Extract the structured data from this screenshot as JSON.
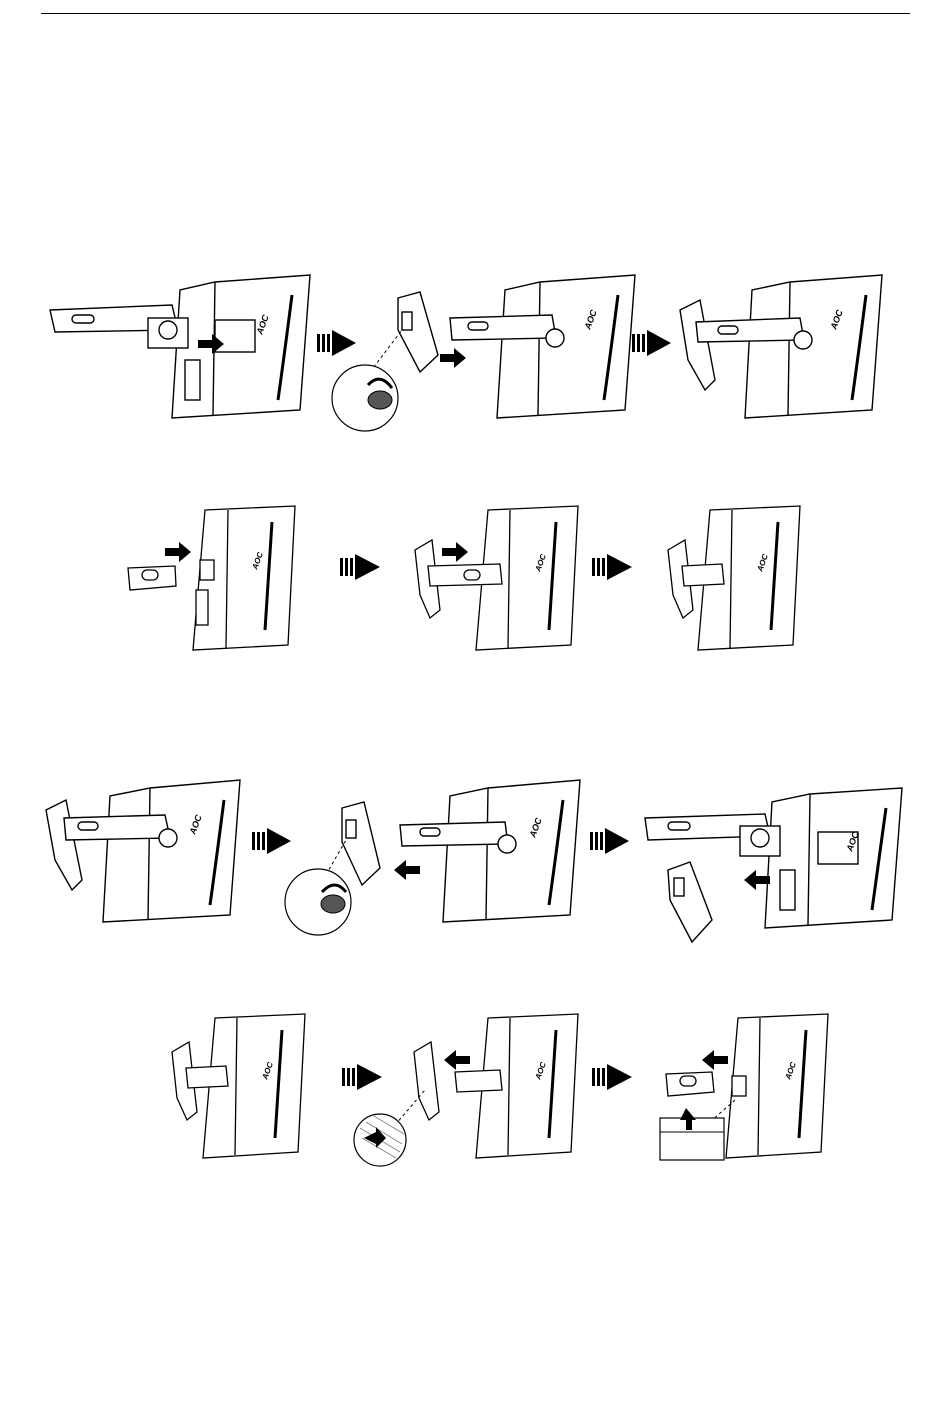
{
  "brand": {
    "logo": "AOC"
  },
  "colors": {
    "ink": "#000000",
    "paper": "#ffffff",
    "tint": "#8a8a8a"
  },
  "icons": {
    "step_arrow": "triple-bar-arrow-icon",
    "push_arrow": "solid-arrow-icon",
    "rotate": "curved-rotate-arrow-icon"
  },
  "sections": [
    {
      "id": "install-full-stand",
      "steps": 4
    },
    {
      "id": "install-short-stand",
      "steps": 3
    },
    {
      "id": "remove-full-stand",
      "steps": 3
    },
    {
      "id": "remove-short-stand",
      "steps": 3
    }
  ]
}
